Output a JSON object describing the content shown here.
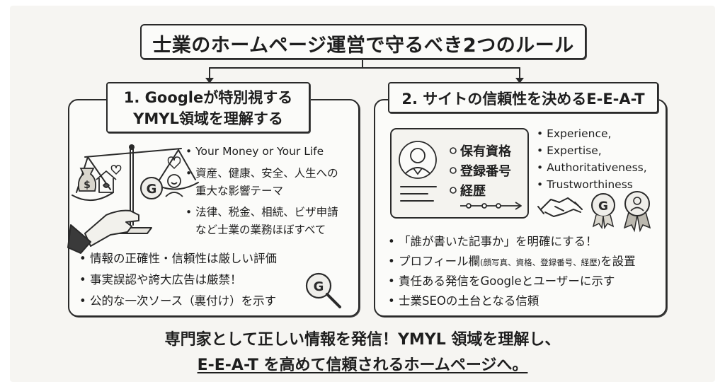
{
  "title": "士業のホームページ運営で守るべき2つのルール",
  "panel1": {
    "heading_line1": "1. Googleが特別視する",
    "heading_line2": "YMYL領域を理解する",
    "ymyl_bullets": [
      "• Your Money or Your Life",
      "• 資産、健康、安全、人生への",
      "重大な影響テーマ",
      "• 法律、税金、相続、ビザ申請",
      "など士業の業務ほぼすべて"
    ],
    "bottom_bullets": [
      "• 情報の正確性・信頼性は厳しい評価",
      "• 事実誤認や誇大広告は厳禁！",
      "• 公的な一次ソース（裏付け）を示す"
    ]
  },
  "panel2": {
    "heading": "2. サイトの信頼性を決めるE-E-A-T",
    "profile_items": [
      "保有資格",
      "登録番号",
      "経歴"
    ],
    "eeat_terms": [
      "• Experience,",
      "• Expertise,",
      "• Authoritativeness,",
      "• Trustworthiness"
    ],
    "bullets": [
      "• 「誰が書いた記事か」を明確にする！",
      "• 責任ある発信をGoogleとユーザーに示す",
      "• 士業SEOの土台となる信頼"
    ],
    "profile_bullet": {
      "start": "• プロフィール欄",
      "paren": "(顔写真、資格、登録番号、経歴)",
      "end": "を設置"
    }
  },
  "message": {
    "line1": "専門家として正しい情報を発信！YMYL 領域を理解し、",
    "line2": "E-E-A-T を高めて信頼されるホームページへ。"
  },
  "icons": {
    "money_bag": "dollar-sign",
    "house": "house",
    "google_letter": "G"
  }
}
